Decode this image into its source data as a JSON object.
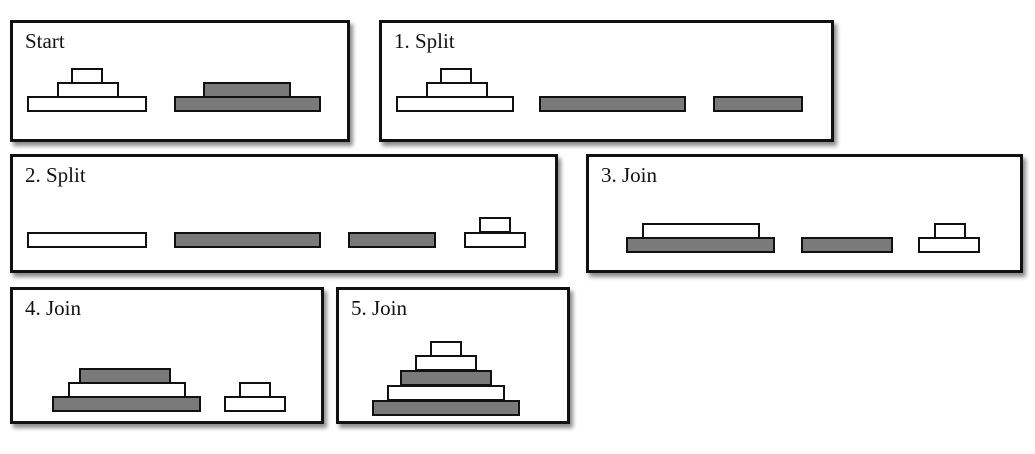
{
  "panels": [
    {
      "id": "start",
      "label": "Start"
    },
    {
      "id": "split1",
      "label": "1. Split"
    },
    {
      "id": "split2",
      "label": "2. Split"
    },
    {
      "id": "join3",
      "label": "3. Join"
    },
    {
      "id": "join4",
      "label": "4. Join"
    },
    {
      "id": "join5",
      "label": "5. Join"
    }
  ],
  "colors": {
    "light_block": "#ffffff",
    "dark_block": "#7a7a7a",
    "outline": "#111111"
  }
}
